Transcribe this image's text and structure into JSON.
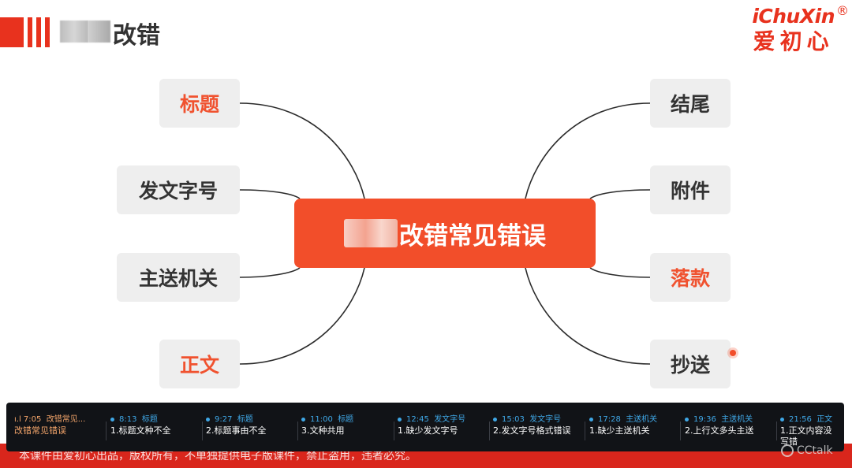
{
  "header": {
    "title": "改错",
    "brand_en": "iChuXin",
    "brand_reg": "®",
    "brand_cn": "爱初心"
  },
  "mindmap": {
    "center": "改错常见错误",
    "left": [
      {
        "label": "标题",
        "highlight": true
      },
      {
        "label": "发文字号",
        "highlight": false
      },
      {
        "label": "主送机关",
        "highlight": false
      },
      {
        "label": "正文",
        "highlight": true
      }
    ],
    "right": [
      {
        "label": "结尾",
        "highlight": false
      },
      {
        "label": "附件",
        "highlight": false
      },
      {
        "label": "落款",
        "highlight": true
      },
      {
        "label": "抄送",
        "highlight": false
      }
    ],
    "accent_color": "#f24e2a"
  },
  "timeline": {
    "items": [
      {
        "time": "7:05",
        "tag": "改错常见...",
        "title": "改错常见错误",
        "current": true
      },
      {
        "time": "8:13",
        "tag": "标题",
        "title": "1.标题文种不全"
      },
      {
        "time": "9:27",
        "tag": "标题",
        "title": "2.标题事由不全"
      },
      {
        "time": "11:00",
        "tag": "标题",
        "title": "3.文种共用"
      },
      {
        "time": "12:45",
        "tag": "发文字号",
        "title": "1.缺少发文字号"
      },
      {
        "time": "15:03",
        "tag": "发文字号",
        "title": "2.发文字号格式错误"
      },
      {
        "time": "17:28",
        "tag": "主送机关",
        "title": "1.缺少主送机关"
      },
      {
        "time": "19:36",
        "tag": "主送机关",
        "title": "2.上行文多头主送"
      },
      {
        "time": "21:56",
        "tag": "正文",
        "title": "1.正文内容没写错"
      }
    ]
  },
  "notice": "本课件由爱初心出品，版权所有，不单独提供电子版课件，禁止盗用，违者必究。",
  "watermark": "CCtalk"
}
